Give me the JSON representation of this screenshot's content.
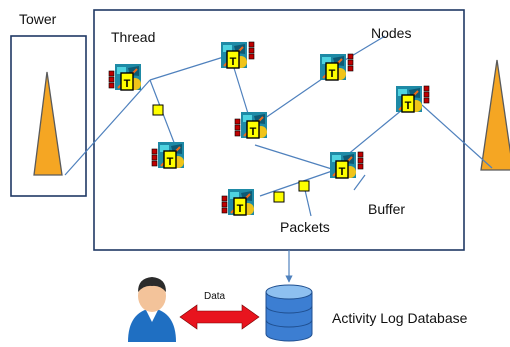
{
  "labels": {
    "tower": "Tower",
    "thread": "Thread",
    "nodes": "Nodes",
    "buffer": "Buffer",
    "packets": "Packets",
    "data": "Data",
    "database": "Activity Log Database"
  },
  "node_letter": "T",
  "colors": {
    "frame": "#1f3864",
    "link": "#4f81bd",
    "tower_fill": "#f5a623",
    "tower_stroke": "#5a5a5a",
    "node_tile": "#1e8aa6",
    "node_mark": "#f0c419",
    "node_T_fill": "#ffff00",
    "buffer_red": "#c00000",
    "packet": "#ffff00",
    "arrow": "#e8141e",
    "db_fill": "#3c7ed2",
    "person_skin": "#f3c39a",
    "person_shirt": "#1f6fc2"
  },
  "icons": [
    "tower-icon",
    "sensor-node-icon",
    "packet-icon",
    "user-icon",
    "database-icon",
    "double-arrow-icon"
  ]
}
